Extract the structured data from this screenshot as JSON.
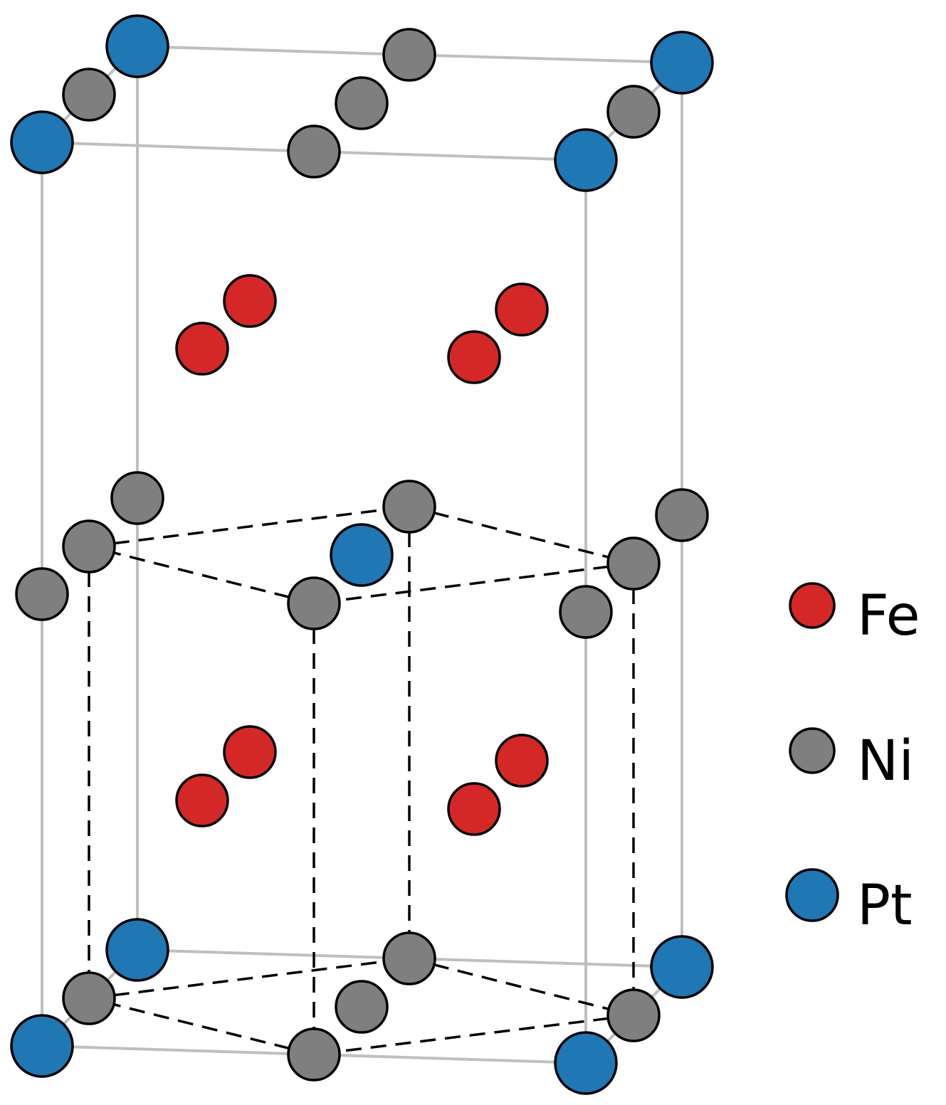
{
  "colors": {
    "Fe": "#d42828",
    "Ni": "#7f7f7f",
    "Pt": "#1f77b4",
    "cell_edge": "#bfbfbf",
    "dashed_edge": "#000000",
    "atom_stroke": "#000000"
  },
  "legend": [
    {
      "element": "Fe",
      "label": "Fe"
    },
    {
      "element": "Ni",
      "label": "Ni"
    },
    {
      "element": "Pt",
      "label": "Pt"
    }
  ]
}
